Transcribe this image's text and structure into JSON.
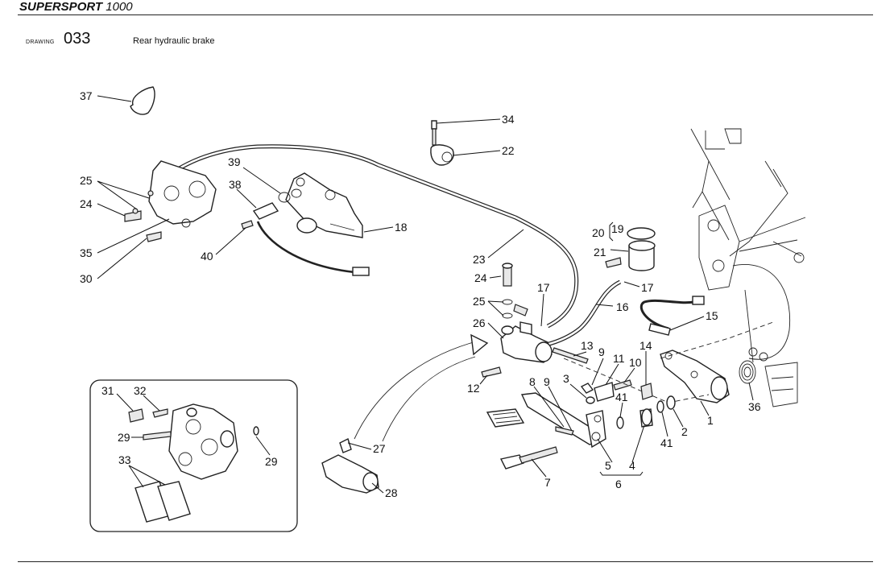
{
  "header": {
    "brand": "SUPERSPORT",
    "model": "1000"
  },
  "drawing": {
    "label": "DRAWING",
    "number": "033",
    "caption": "Rear hydraulic brake"
  },
  "callouts": [
    {
      "id": "c37",
      "text": "37"
    },
    {
      "id": "c25a",
      "text": "25"
    },
    {
      "id": "c24a",
      "text": "24"
    },
    {
      "id": "c35",
      "text": "35"
    },
    {
      "id": "c30",
      "text": "30"
    },
    {
      "id": "c39",
      "text": "39"
    },
    {
      "id": "c38",
      "text": "38"
    },
    {
      "id": "c40",
      "text": "40"
    },
    {
      "id": "c18",
      "text": "18"
    },
    {
      "id": "c34",
      "text": "34"
    },
    {
      "id": "c22",
      "text": "22"
    },
    {
      "id": "c23",
      "text": "23"
    },
    {
      "id": "c20",
      "text": "20"
    },
    {
      "id": "c19",
      "text": "19"
    },
    {
      "id": "c21",
      "text": "21"
    },
    {
      "id": "c24b",
      "text": "24"
    },
    {
      "id": "c17a",
      "text": "17"
    },
    {
      "id": "c17b",
      "text": "17"
    },
    {
      "id": "c16",
      "text": "16"
    },
    {
      "id": "c25b",
      "text": "25"
    },
    {
      "id": "c26",
      "text": "26"
    },
    {
      "id": "c15",
      "text": "15"
    },
    {
      "id": "c13",
      "text": "13"
    },
    {
      "id": "c9a",
      "text": "9"
    },
    {
      "id": "c11",
      "text": "11"
    },
    {
      "id": "c10",
      "text": "10"
    },
    {
      "id": "c14",
      "text": "14"
    },
    {
      "id": "c12",
      "text": "12"
    },
    {
      "id": "c8",
      "text": "8"
    },
    {
      "id": "c9b",
      "text": "9"
    },
    {
      "id": "c3",
      "text": "3"
    },
    {
      "id": "c41a",
      "text": "41"
    },
    {
      "id": "c41b",
      "text": "41"
    },
    {
      "id": "c2",
      "text": "2"
    },
    {
      "id": "c1",
      "text": "1"
    },
    {
      "id": "c36",
      "text": "36"
    },
    {
      "id": "c5",
      "text": "5"
    },
    {
      "id": "c4",
      "text": "4"
    },
    {
      "id": "c6",
      "text": "6"
    },
    {
      "id": "c7",
      "text": "7"
    },
    {
      "id": "c27",
      "text": "27"
    },
    {
      "id": "c28",
      "text": "28"
    },
    {
      "id": "c31",
      "text": "31"
    },
    {
      "id": "c32",
      "text": "32"
    },
    {
      "id": "c29a",
      "text": "29"
    },
    {
      "id": "c29b",
      "text": "29"
    },
    {
      "id": "c33",
      "text": "33"
    }
  ]
}
